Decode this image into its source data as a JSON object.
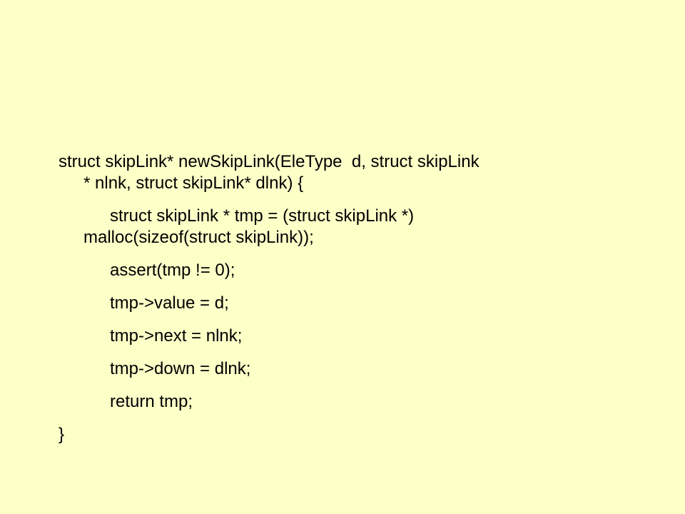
{
  "slide": {
    "background": "#FFFFC8",
    "text_color": "#000000",
    "code": {
      "signature_line1": "struct skipLink* newSkipLink(EleType  d, struct skipLink",
      "signature_line2": "* nlnk, struct skipLink* dlnk) {",
      "alloc_line1": "struct skipLink * tmp = (struct skipLink *)",
      "alloc_line2": "malloc(sizeof(struct skipLink));",
      "assert_stmt": "assert(tmp != 0);",
      "value_stmt": "tmp->value = d;",
      "next_stmt": "tmp->next = nlnk;",
      "down_stmt": "tmp->down = dlnk;",
      "return_stmt": "return tmp;",
      "closing_brace": "}"
    }
  }
}
